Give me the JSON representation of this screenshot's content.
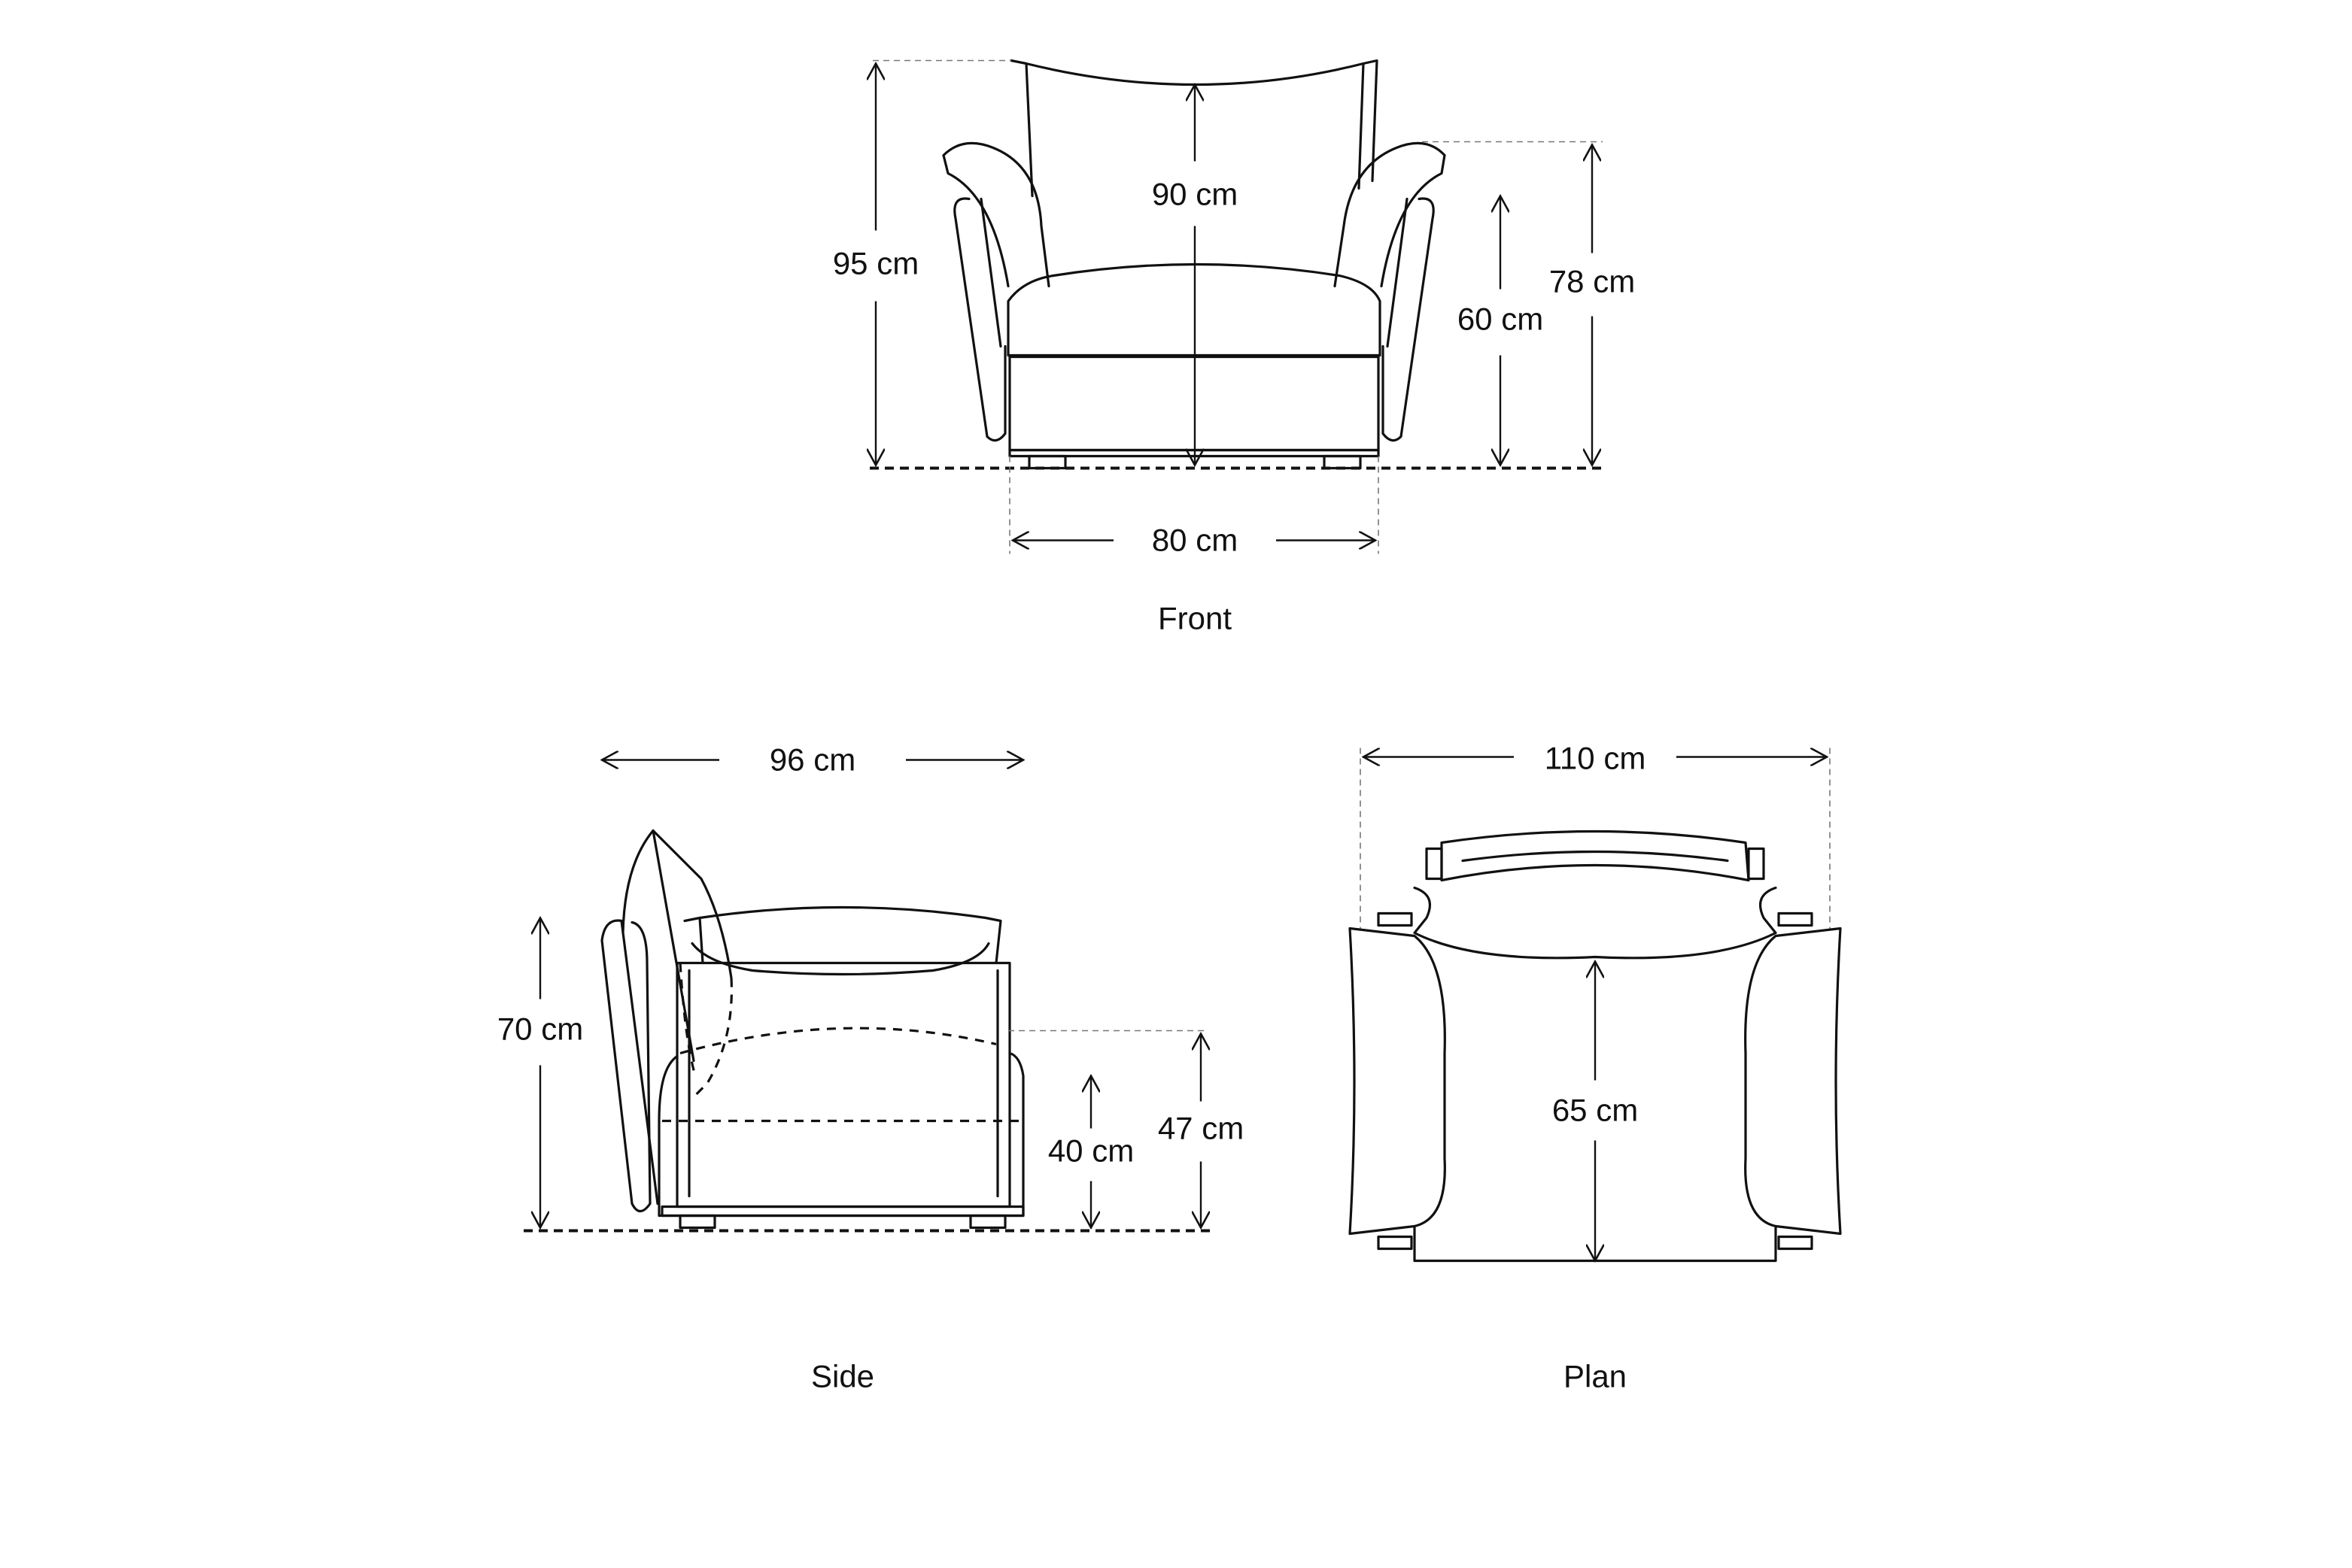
{
  "front": {
    "caption": "Front",
    "dims": {
      "total_height": "95 cm",
      "back_height": "90 cm",
      "arm_height": "78 cm",
      "arm_inner_height": "60 cm",
      "width": "80 cm"
    }
  },
  "side": {
    "caption": "Side",
    "dims": {
      "depth": "96 cm",
      "height": "70 cm",
      "seat_height": "47 cm",
      "seat_base_height": "40 cm"
    }
  },
  "plan": {
    "caption": "Plan",
    "dims": {
      "width": "110 cm",
      "seat_depth": "65 cm"
    }
  },
  "colors": {
    "line": "#111111",
    "background": "#ffffff"
  }
}
